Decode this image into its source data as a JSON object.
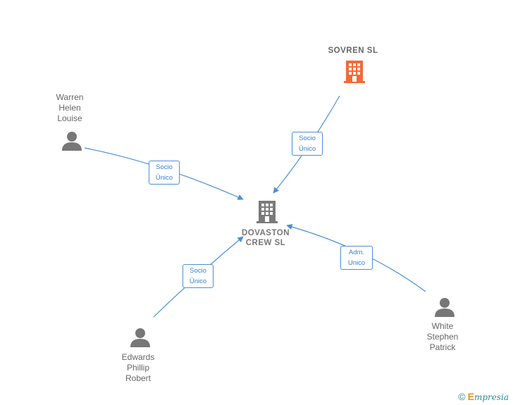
{
  "nodes": {
    "sovren": {
      "label": "SOVREN  SL",
      "type": "company",
      "color": "#f26a35"
    },
    "dovaston": {
      "label": "DOVASTON\nCREW  SL",
      "type": "company",
      "color": "#7a7a7a"
    },
    "warren": {
      "label": "Warren\nHelen\nLouise",
      "type": "person",
      "color": "#777777"
    },
    "edwards": {
      "label": "Edwards\nPhillip\nRobert",
      "type": "person",
      "color": "#777777"
    },
    "white": {
      "label": "White\nStephen\nPatrick",
      "type": "person",
      "color": "#777777"
    }
  },
  "edges": {
    "sovren_dovaston": {
      "label": "Socio\nÚnico"
    },
    "warren_dovaston": {
      "label": "Socio\nÚnico"
    },
    "edwards_dovaston": {
      "label": "Socio\nÚnico"
    },
    "white_dovaston": {
      "label": "Adm.\nUnico"
    }
  },
  "colors": {
    "edge": "#4a8fd8",
    "person_icon": "#777777",
    "company_main": "#7a7a7a",
    "company_highlight": "#f26a35"
  },
  "footer": {
    "copyright": "©",
    "brand_initial": "E",
    "brand_rest": "mpresia"
  }
}
